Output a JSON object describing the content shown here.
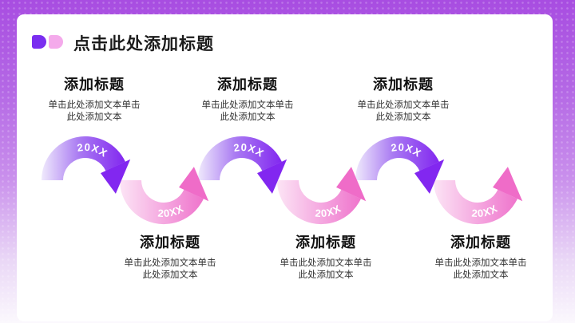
{
  "slide_title": {
    "text": "点击此处添加标题"
  },
  "decoration": {
    "bullet_icons": [
      "half-pill-purple",
      "half-pill-pink"
    ],
    "bullet_colors": [
      "#7a2ef0",
      "#f4aaeb"
    ]
  },
  "colors": {
    "background_top": "#a84de1",
    "background_bottom": "#fbf8fd",
    "card": "#ffffff",
    "purple_arc_deep": "#8227f0",
    "purple_arc_light": "#efe9fc",
    "pink_arc_deep": "#ef6cc8",
    "pink_arc_light": "#fce4f5",
    "title_text": "#1b1b1b",
    "body_text": "#333333"
  },
  "timeline": {
    "top_items": [
      {
        "year": "20XX",
        "title": "添加标题",
        "body": "单击此处添加文本单击\n此处添加文本"
      },
      {
        "year": "20XX",
        "title": "添加标题",
        "body": "单击此处添加文本单击\n此处添加文本"
      },
      {
        "year": "20XX",
        "title": "添加标题",
        "body": "单击此处添加文本单击\n此处添加文本"
      }
    ],
    "bottom_items": [
      {
        "year": "20XX",
        "title": "添加标题",
        "body": "单击此处添加文本单击\n此处添加文本"
      },
      {
        "year": "20XX",
        "title": "添加标题",
        "body": "单击此处添加文本单击\n此处添加文本"
      },
      {
        "year": "20XX",
        "title": "添加标题",
        "body": "单击此处添加文本单击\n此处添加文本"
      }
    ]
  }
}
